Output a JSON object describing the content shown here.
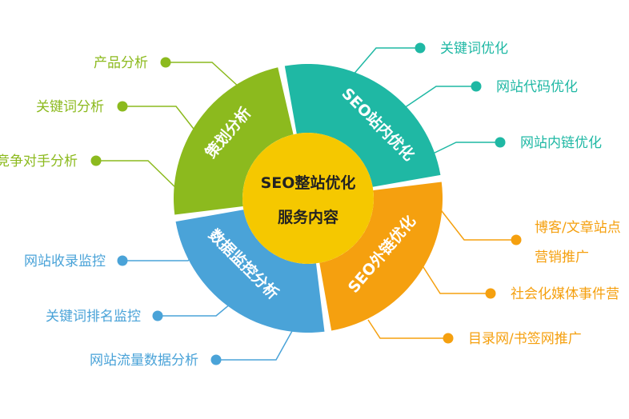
{
  "center": {
    "line1": "SEO整站优化",
    "line2": "服务内容",
    "color": "#f5c800"
  },
  "segments": [
    {
      "label": "SEO站内优化",
      "color": "#1fb8a4"
    },
    {
      "label": "SEO外链优化",
      "color": "#f5a00f"
    },
    {
      "label": "数据监控分析",
      "color": "#4aa3d8"
    },
    {
      "label": "策划分析",
      "color": "#8cba1e"
    }
  ],
  "branches": {
    "teal": [
      "关键词优化",
      "网站代码优化",
      "网站内链优化"
    ],
    "orange": [
      "博客/文章站点",
      "营销推广",
      "社会化媒体事件营",
      "目录网/书签网推广"
    ],
    "blue": [
      "网站收录监控",
      "关键词排名监控",
      "网站流量数据分析"
    ],
    "green": [
      "产品分析",
      "关键词分析",
      "竞争对手分析"
    ]
  }
}
